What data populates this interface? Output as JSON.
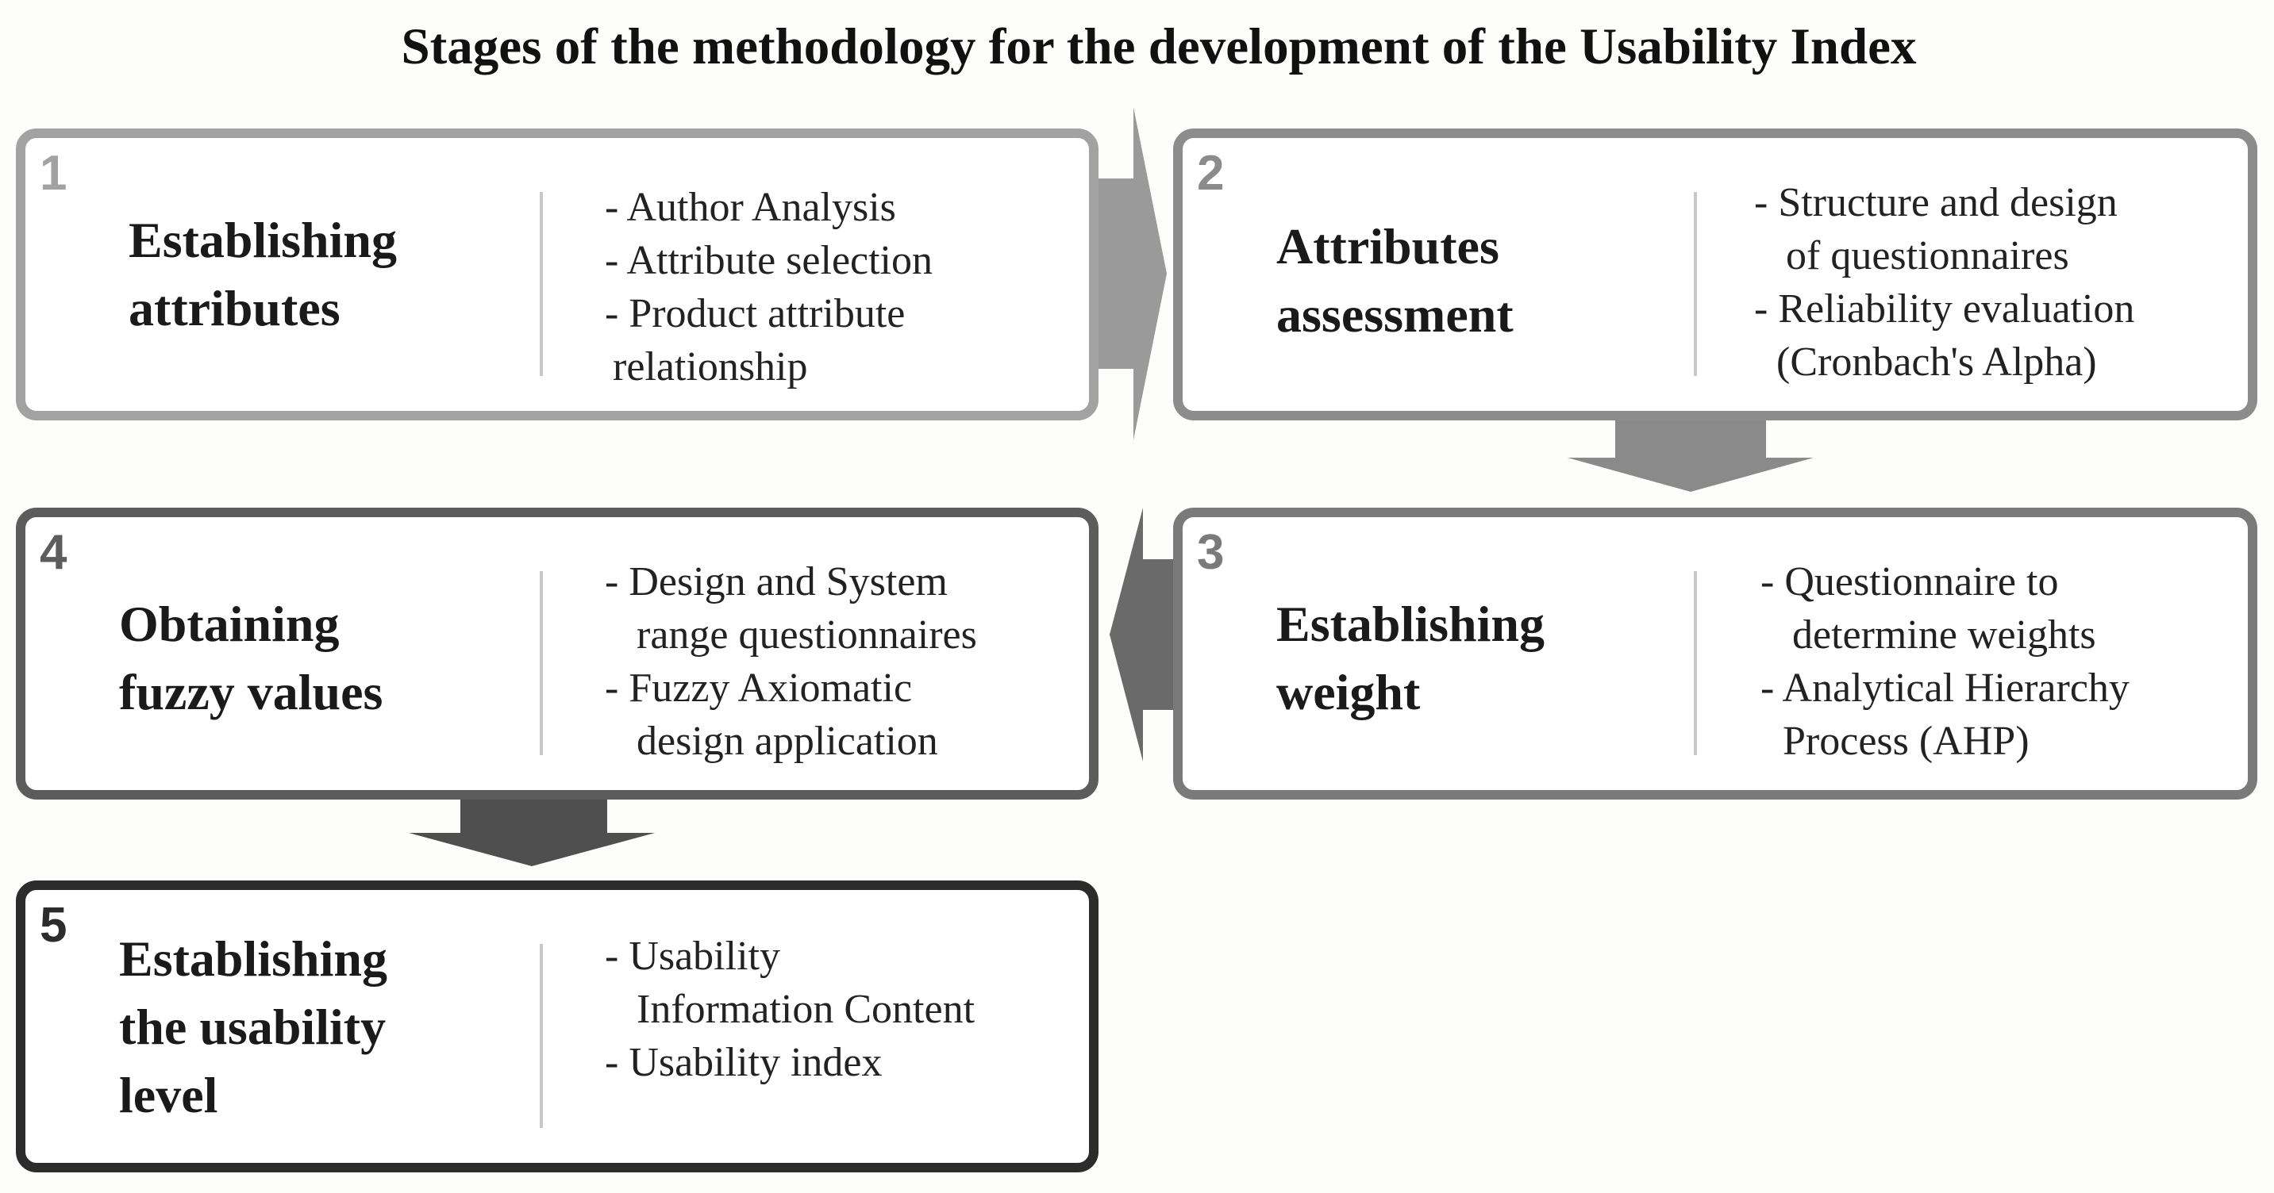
{
  "title": "Stages of the methodology for the development of the Usability Index",
  "stages": [
    {
      "number": "1",
      "title": [
        "Establishing",
        "attributes"
      ],
      "items": [
        [
          "- Author Analysis"
        ],
        [
          "- Attribute selection"
        ],
        [
          "- Product attribute",
          "relationship"
        ]
      ]
    },
    {
      "number": "2",
      "title": [
        "Attributes",
        "assessment"
      ],
      "items": [
        [
          "- Structure and design",
          "of questionnaires"
        ],
        [
          "- Reliability evaluation",
          "(Cronbach's Alpha)"
        ]
      ]
    },
    {
      "number": "3",
      "title": [
        "Establishing",
        "weight"
      ],
      "items": [
        [
          "- Questionnaire to",
          "determine weights"
        ],
        [
          "- Analytical Hierarchy",
          "Process (AHP)"
        ]
      ]
    },
    {
      "number": "4",
      "title": [
        "Obtaining",
        "fuzzy values"
      ],
      "items": [
        [
          "- Design and System",
          "range questionnaires"
        ],
        [
          "- Fuzzy Axiomatic",
          "design application"
        ]
      ]
    },
    {
      "number": "5",
      "title": [
        "Establishing",
        "the usability",
        "level"
      ],
      "items": [
        [
          "-  Usability",
          "Information Content"
        ],
        [
          "- Usability index"
        ]
      ]
    }
  ],
  "colors": {
    "stage1": "#a2a2a2",
    "stage2": "#8c8c8c",
    "stage3": "#7a7a7a",
    "stage4": "#5c5c5c",
    "stage5": "#2c2c2c",
    "arrow_1_2": "#9a9a9a",
    "arrow_2_3": "#8a8a8a",
    "arrow_3_4": "#6a6a6a",
    "arrow_4_5": "#4f4f4f"
  }
}
